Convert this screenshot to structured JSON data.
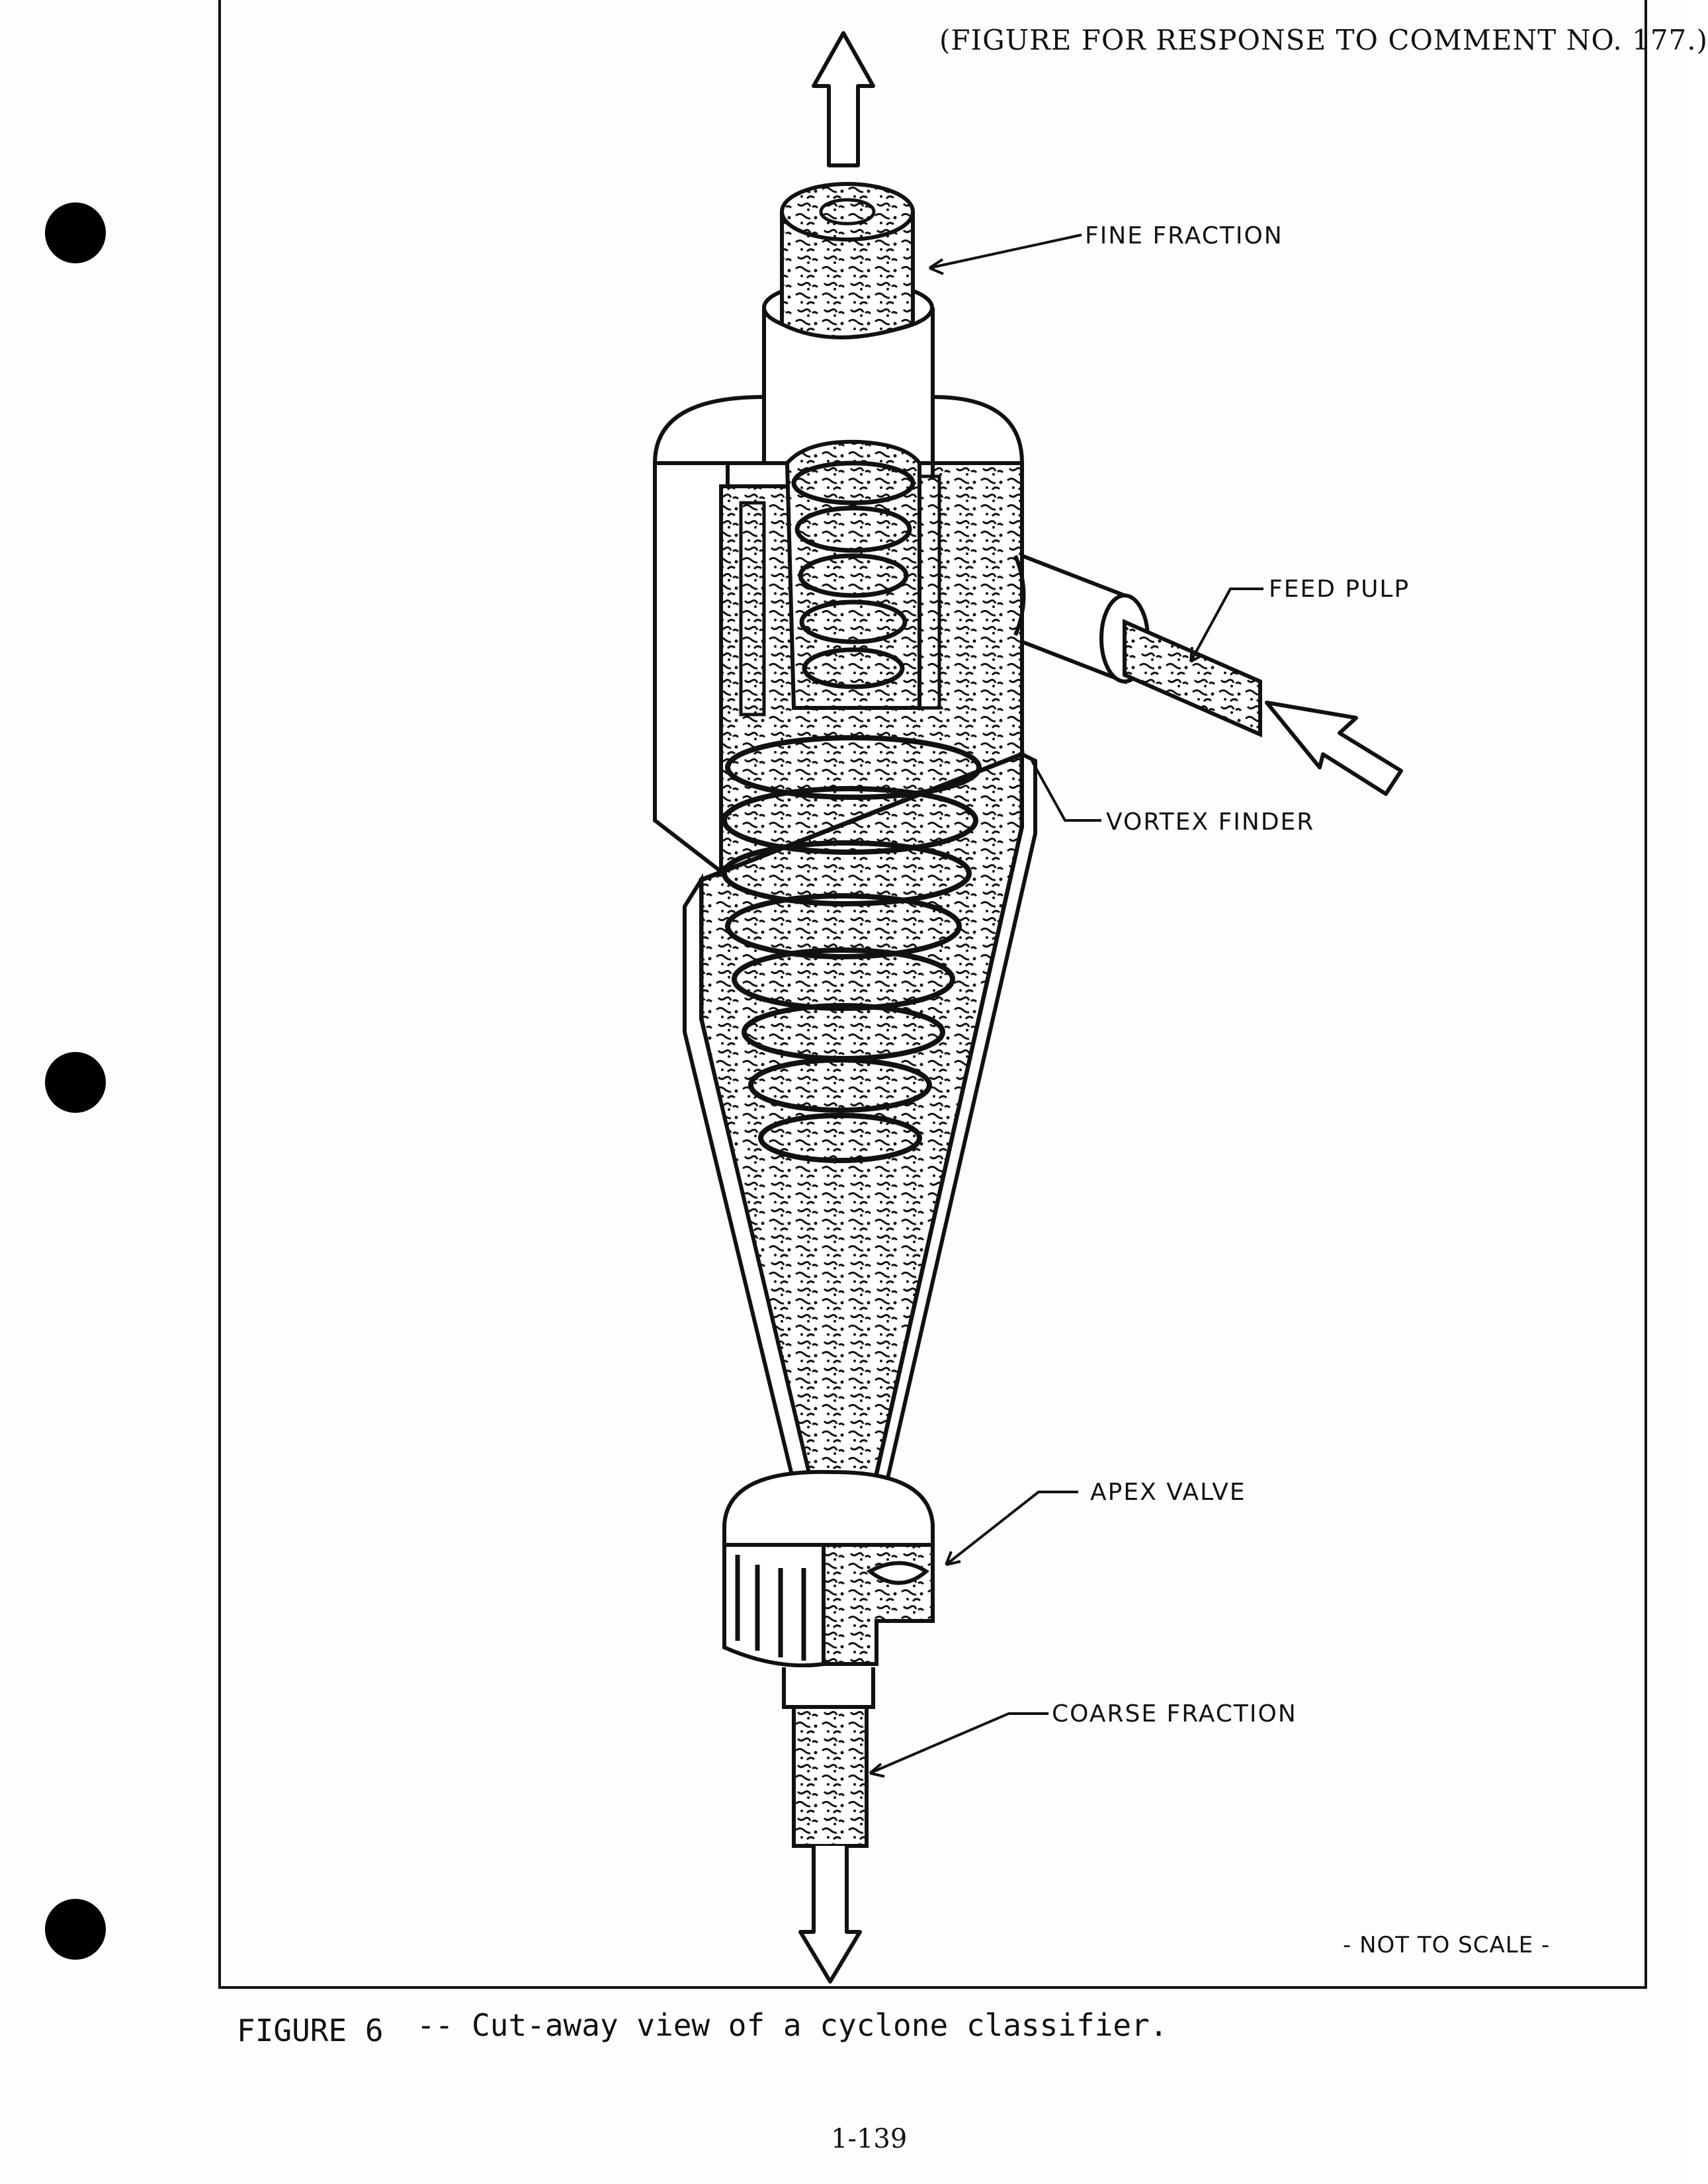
{
  "header": {
    "note": "(FIGURE FOR RESPONSE TO COMMENT  NO. 177.)"
  },
  "figure": {
    "callouts": {
      "fine_fraction": "FINE FRACTION",
      "feed_pulp": "FEED PULP",
      "vortex_finder": "VORTEX FINDER",
      "apex_valve": "APEX VALVE",
      "coarse_fraction": "COARSE FRACTION"
    },
    "scale_note": "- NOT TO SCALE -"
  },
  "caption": {
    "number": "FIGURE 6",
    "text": "-- Cut-away view of a cyclone classifier."
  },
  "footer": {
    "page_number": "1-139"
  }
}
